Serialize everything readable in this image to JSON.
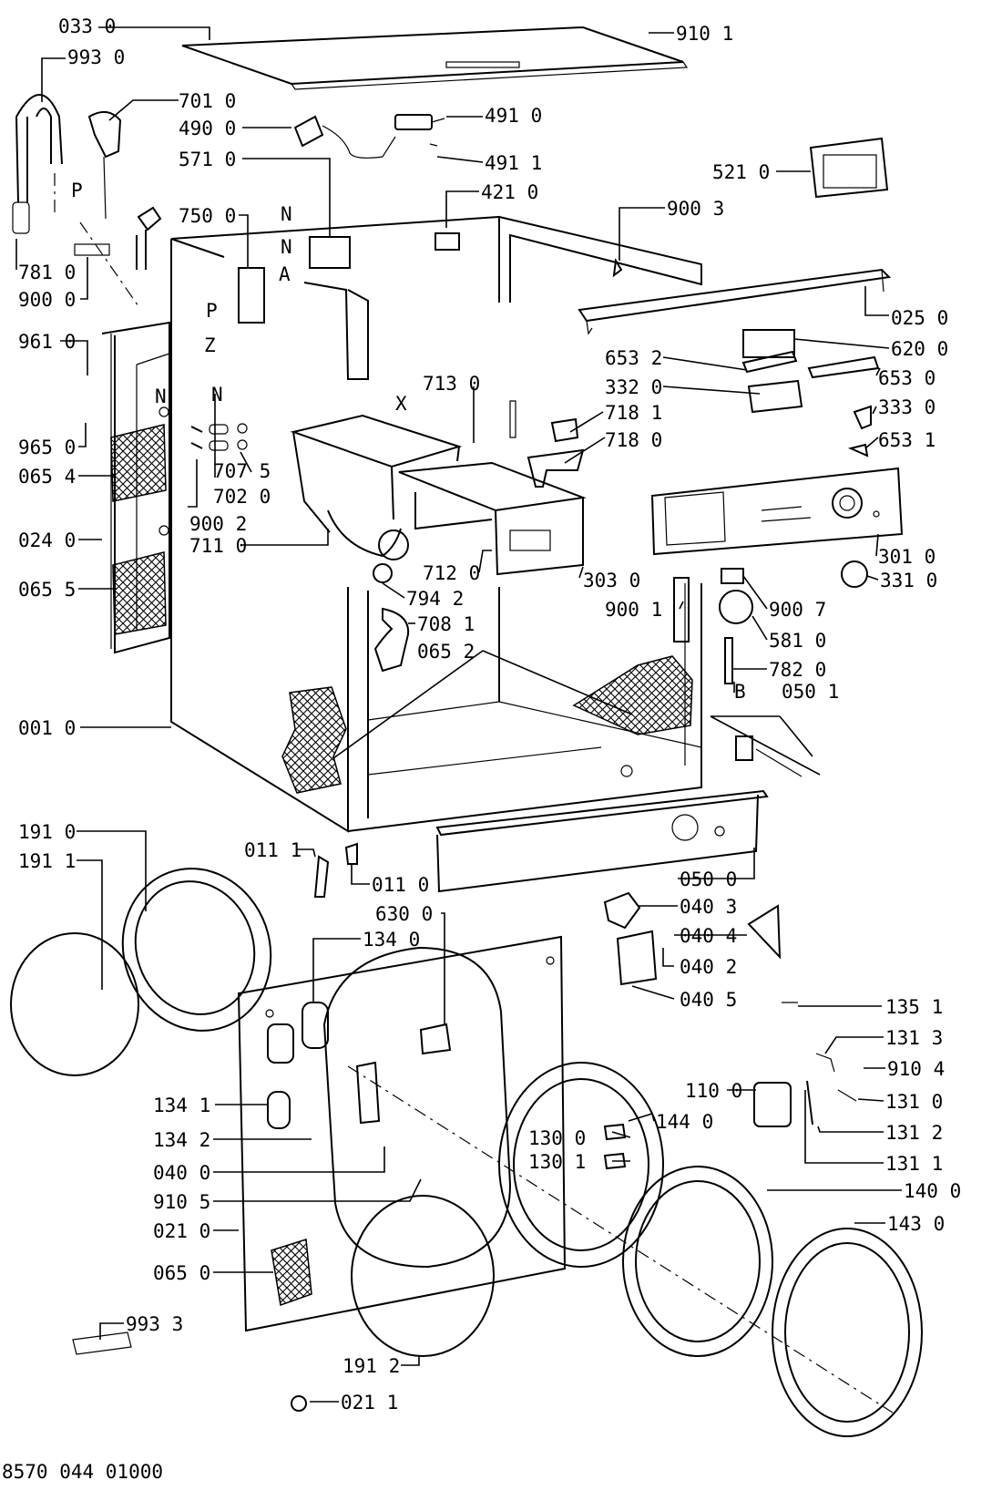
{
  "footer_code": "8570 044 01000",
  "labels": {
    "l0330": "033 0",
    "l9101": "910 1",
    "l9930": "993 0",
    "l7010": "701 0",
    "l4900": "490 0",
    "l4910": "491 0",
    "l5710": "571 0",
    "l4911": "491 1",
    "l5210": "521 0",
    "l4210": "421 0",
    "l7500": "750 0",
    "l9003": "900 3",
    "l7810": "781 0",
    "l9000": "900 0",
    "l0250": "025 0",
    "l9610": "961 0",
    "l6200": "620 0",
    "l6532": "653 2",
    "l6530": "653 0",
    "l3320": "332 0",
    "l3330": "333 0",
    "l7130": "713 0",
    "l7181": "718 1",
    "l7180": "718 0",
    "l6531": "653 1",
    "l9650": "965 0",
    "l0654": "065 4",
    "l7075": "707 5",
    "l7020": "702 0",
    "l9002": "900 2",
    "l0240": "024 0",
    "l7110": "711 0",
    "l3010": "301 0",
    "l0655": "065 5",
    "l7120": "712 0",
    "l3030": "303 0",
    "l3310": "331 0",
    "l7942": "794 2",
    "l9001": "900 1",
    "l9007": "900 7",
    "l7081": "708 1",
    "l5810": "581 0",
    "l0652": "065 2",
    "l7820": "782 0",
    "l0501": "050 1",
    "l0010": "001 0",
    "l1910": "191 0",
    "l1911": "191 1",
    "l0111": "011 1",
    "l0110": "011 0",
    "l0500": "050 0",
    "l6300": "630 0",
    "l0403": "040 3",
    "l1340": "134 0",
    "l0404": "040 4",
    "l0402": "040 2",
    "l0405": "040 5",
    "l1351": "135 1",
    "l1313": "131 3",
    "l9104": "910 4",
    "l1341": "134 1",
    "l1100": "110 0",
    "l1310": "131 0",
    "l1440": "144 0",
    "l1342": "134 2",
    "l1300": "130 0",
    "l1312": "131 2",
    "l1301": "130 1",
    "l0400": "040 0",
    "l1311": "131 1",
    "l9105": "910 5",
    "l1400": "140 0",
    "l0210": "021 0",
    "l1430": "143 0",
    "l0650": "065 0",
    "l9933": "993 3",
    "l1912": "191 2",
    "l0211": "021 1"
  },
  "markers": {
    "p1": "P",
    "p2": "P",
    "n1": "N",
    "n2": "N",
    "n3": "N",
    "n4": "N",
    "a": "A",
    "z": "Z",
    "x": "X",
    "b": "B"
  }
}
